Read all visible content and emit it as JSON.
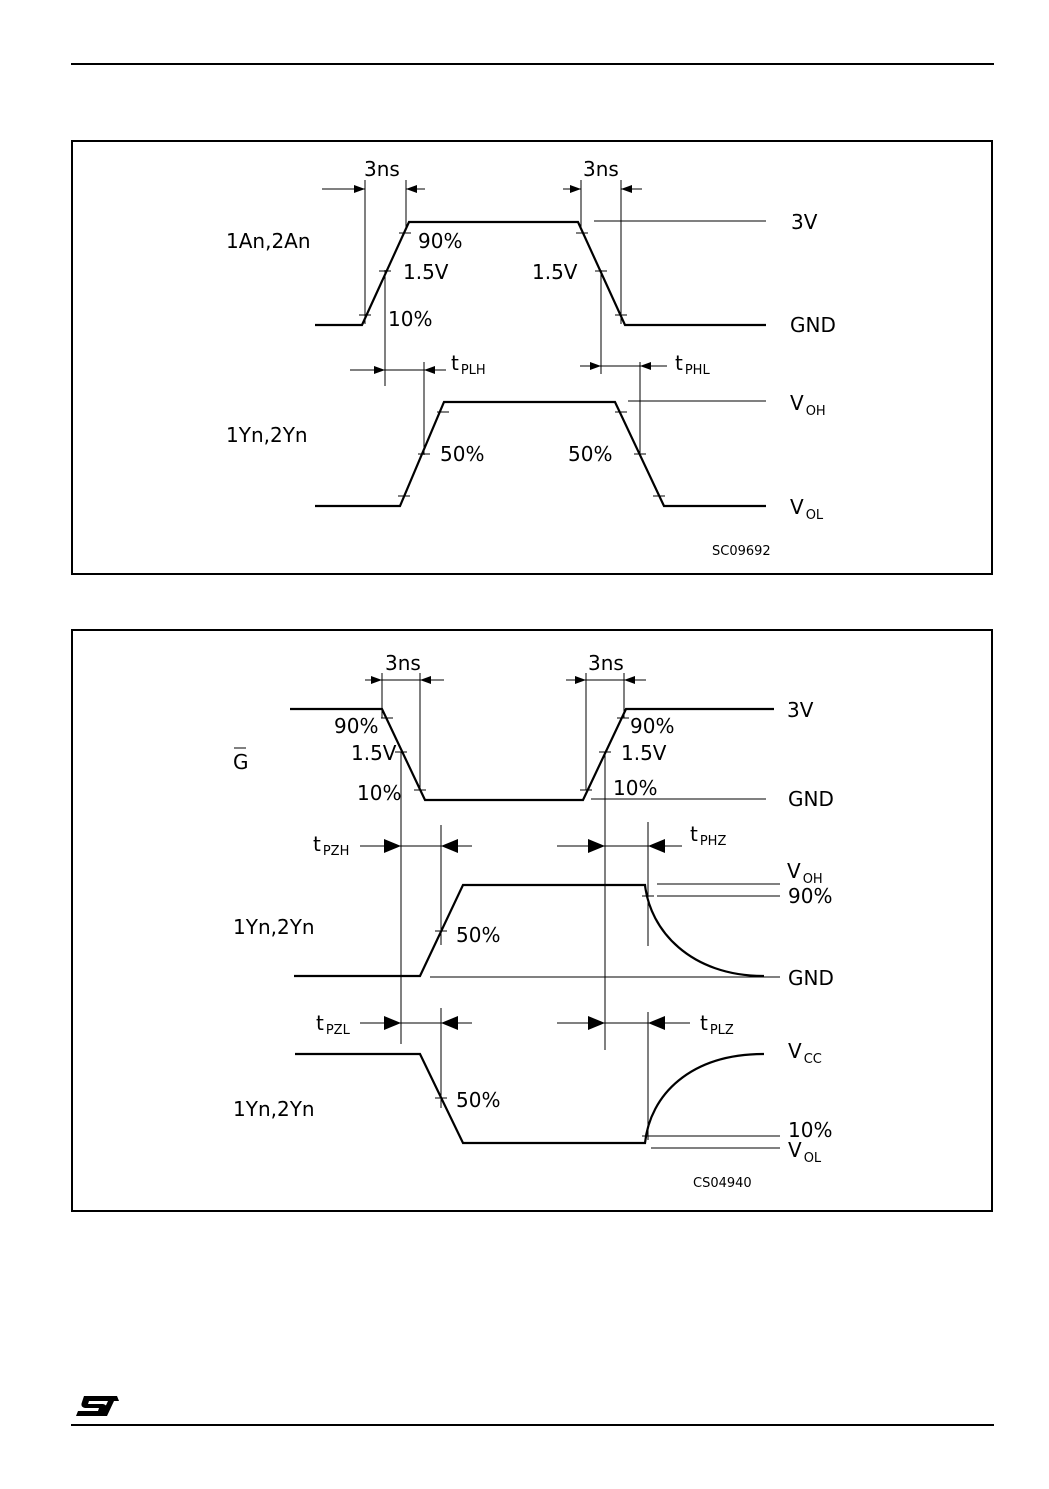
{
  "figure1": {
    "code": "SC09692",
    "rise_time": "3ns",
    "fall_time": "3ns",
    "input_signal": "1An,2An",
    "output_signal": "1Yn,2Yn",
    "pct_90": "90%",
    "pct_10": "10%",
    "mid_left": "1.5V",
    "mid_right": "1.5V",
    "out_50_left": "50%",
    "out_50_right": "50%",
    "level_3v": "3V",
    "level_gnd": "GND",
    "voh_main": "V",
    "voh_sub": "OH",
    "vol_main": "V",
    "vol_sub": "OL",
    "tplh_main": "t",
    "tplh_sub": "PLH",
    "tphl_main": "t",
    "tphl_sub": "PHL"
  },
  "figure2": {
    "code": "CS04940",
    "rise_time": "3ns",
    "fall_time": "3ns",
    "enable_signal": "G",
    "output_signal_1": "1Yn,2Yn",
    "output_signal_2": "1Yn,2Yn",
    "pct_90_left": "90%",
    "pct_90_right": "90%",
    "mid_left": "1.5V",
    "mid_right": "1.5V",
    "pct_10_left": "10%",
    "pct_10_right": "10%",
    "level_3v": "3V",
    "level_gnd_1": "GND",
    "level_gnd_2": "GND",
    "out1_50": "50%",
    "out2_50": "50%",
    "pct_90_out": "90%",
    "pct_10_out": "10%",
    "voh_main": "V",
    "voh_sub": "OH",
    "vcc_main": "V",
    "vcc_sub": "CC",
    "vol_main": "V",
    "vol_sub": "OL",
    "tpzh_main": "t",
    "tpzh_sub": "PZH",
    "tphz_main": "t",
    "tphz_sub": "PHZ",
    "tpzl_main": "t",
    "tpzl_sub": "PZL",
    "tplz_main": "t",
    "tplz_sub": "PLZ"
  },
  "footer": {
    "logo_text": "ST"
  }
}
